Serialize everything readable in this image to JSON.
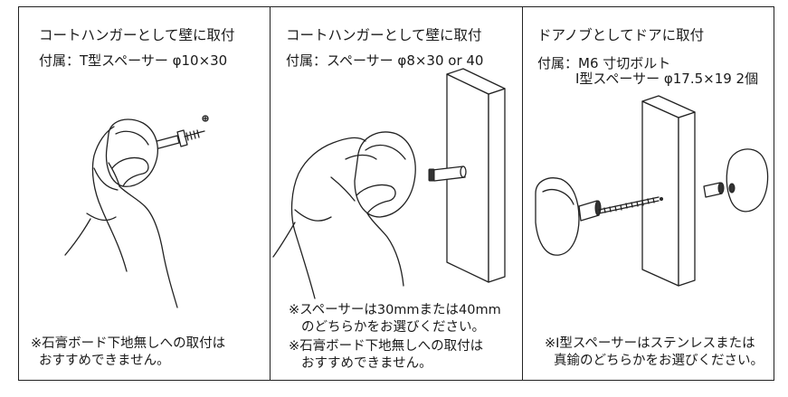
{
  "panels": [
    {
      "title": "コートハンガーとして壁に取付",
      "accessory": "付属：T型スペーサー φ10×30",
      "notes": [
        "※石膏ボード下地無しへの取付は",
        "おすすめできません。"
      ]
    },
    {
      "title": "コートハンガーとして壁に取付",
      "accessory": "付属：スペーサー φ8×30 or 40",
      "notes": [
        "※スペーサーは30mmまたは40mm",
        "のどちらかをお選びください。",
        "※石膏ボード下地無しへの取付は",
        "おすすめできません。"
      ]
    },
    {
      "title": "ドアノブとしてドアに取付",
      "accessory_line1": "付属：M6 寸切ボルト",
      "accessory_line2": "I型スペーサー φ17.5×19 2個",
      "notes": [
        "※I型スペーサーはステンレスまたは",
        "真鍮のどちらかをお選びください。"
      ]
    }
  ],
  "icons": {
    "panel1": "hand-holding-knob-with-screw-icon",
    "panel2": "hand-holding-knob-near-wall-icon",
    "panel3": "door-knob-bolt-assembly-icon"
  }
}
